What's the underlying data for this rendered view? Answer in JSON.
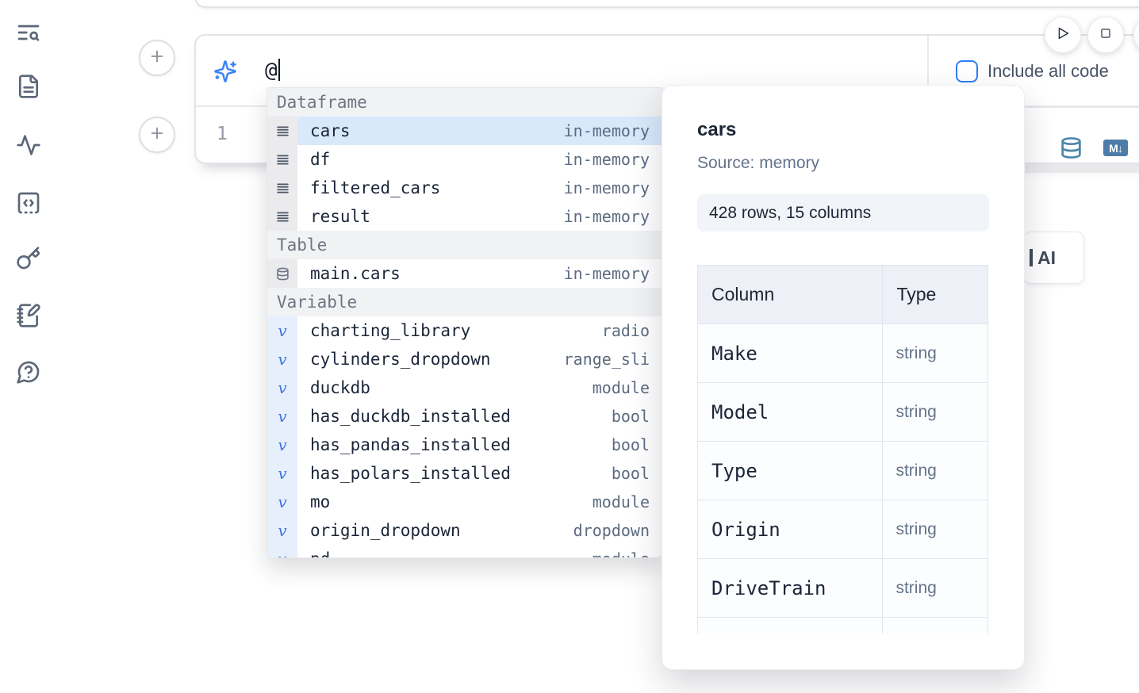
{
  "sidebar": {
    "icons": [
      {
        "name": "toc-search-icon"
      },
      {
        "name": "file-text-icon"
      },
      {
        "name": "activity-icon"
      },
      {
        "name": "code-block-icon"
      },
      {
        "name": "key-icon"
      },
      {
        "name": "notebook-pen-icon"
      },
      {
        "name": "help-chat-icon"
      }
    ]
  },
  "cell": {
    "add_button_top": "+",
    "add_button_bottom": "+",
    "ai_prompt": {
      "icon": "sparkles-icon",
      "value": "@"
    },
    "include_all_code_label": "Include all code",
    "include_all_code_checked": false,
    "code_line_number": "1"
  },
  "run_controls": {
    "play_icon": "play-icon",
    "stop_icon": "stop-icon"
  },
  "autocomplete": {
    "sections": [
      {
        "label": "Dataframe",
        "kind": "dataframe",
        "items": [
          {
            "name": "cars",
            "type": "in-memory",
            "selected": true
          },
          {
            "name": "df",
            "type": "in-memory",
            "selected": false
          },
          {
            "name": "filtered_cars",
            "type": "in-memory",
            "selected": false
          },
          {
            "name": "result",
            "type": "in-memory",
            "selected": false
          }
        ]
      },
      {
        "label": "Table",
        "kind": "table",
        "items": [
          {
            "name": "main.cars",
            "type": "in-memory",
            "selected": false
          }
        ]
      },
      {
        "label": "Variable",
        "kind": "variable",
        "items": [
          {
            "name": "charting_library",
            "type": "radio",
            "selected": false
          },
          {
            "name": "cylinders_dropdown",
            "type": "range_sli",
            "selected": false
          },
          {
            "name": "duckdb",
            "type": "module",
            "selected": false
          },
          {
            "name": "has_duckdb_installed",
            "type": "bool",
            "selected": false
          },
          {
            "name": "has_pandas_installed",
            "type": "bool",
            "selected": false
          },
          {
            "name": "has_polars_installed",
            "type": "bool",
            "selected": false
          },
          {
            "name": "mo",
            "type": "module",
            "selected": false
          },
          {
            "name": "origin_dropdown",
            "type": "dropdown",
            "selected": false
          },
          {
            "name": "pd",
            "type": "module",
            "selected": false
          }
        ]
      }
    ]
  },
  "preview": {
    "title": "cars",
    "source": "Source: memory",
    "shape_badge": "428 rows, 15 columns",
    "table": {
      "headers": [
        "Column",
        "Type"
      ],
      "rows": [
        {
          "column": "Make",
          "type": "string"
        },
        {
          "column": "Model",
          "type": "string"
        },
        {
          "column": "Type",
          "type": "string"
        },
        {
          "column": "Origin",
          "type": "string"
        },
        {
          "column": "DriveTrain",
          "type": "string"
        }
      ],
      "has_partial_row": true
    }
  },
  "background_ui": {
    "database_icon": "database-icon",
    "markdown_badge": "M↓",
    "ai_button_label": "AI"
  },
  "colors": {
    "accent_blue": "#2f7df6",
    "sparkle_blue": "#3c83f6",
    "selected_row_bg": "#d8e9fb",
    "variable_gutter_bg": "#e8effc",
    "steel_blue_icon": "#4d86a8",
    "markdown_badge_bg": "#4d7ca8"
  }
}
